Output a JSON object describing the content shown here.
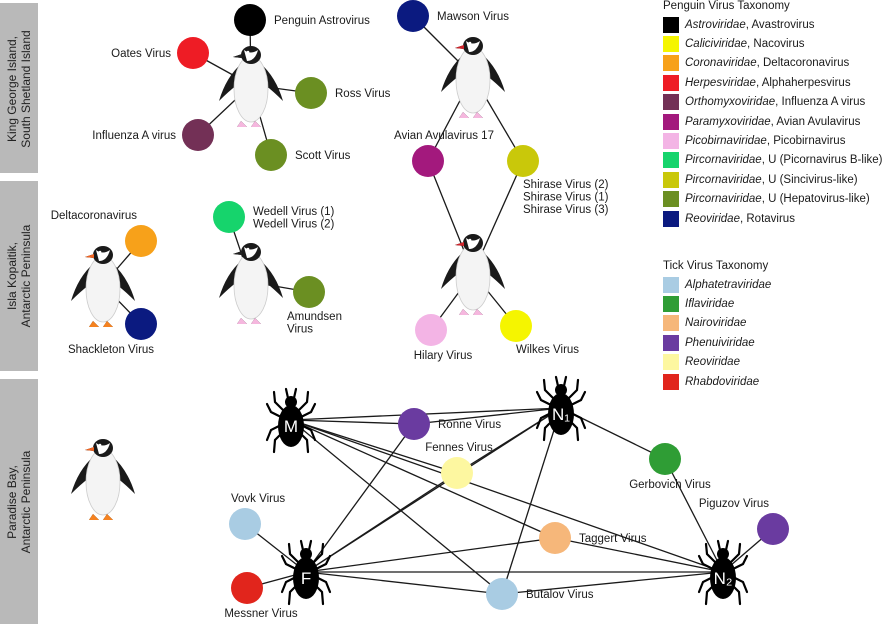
{
  "regions": [
    {
      "label": "King George Island,\nSouth Shetland Island"
    },
    {
      "label": "Isla Kopaitik,\nAntarctic Peninsula"
    },
    {
      "label": "Paradise Bay,\nAntarctic Peninsula"
    }
  ],
  "penguin_legend": {
    "title": "Penguin Virus Taxonomy",
    "items": [
      {
        "family": "Astroviridae",
        "rest": ", Avastrovirus",
        "color": "#000000"
      },
      {
        "family": "Caliciviridae",
        "rest": ", Nacovirus",
        "color": "#f5f500"
      },
      {
        "family": "Coronaviridae",
        "rest": ", Deltacoronavirus",
        "color": "#f7a11a"
      },
      {
        "family": "Herpesviridae",
        "rest": ", Alphaherpesvirus",
        "color": "#ee1c25"
      },
      {
        "family": "Orthomyxoviridae",
        "rest": ", Influenza A virus",
        "color": "#733056"
      },
      {
        "family": "Paramyxoviridae",
        "rest": ", Avian Avulavirus",
        "color": "#a3197d"
      },
      {
        "family": "Picobirnaviridae",
        "rest": ", Picobirnavirus",
        "color": "#f3b4e5"
      },
      {
        "family": "Pircornaviridae",
        "rest": ", U (Picornavirus B-like)",
        "color": "#16d46c"
      },
      {
        "family": "Pircornaviridae",
        "rest": ", U (Sincivirus-like)",
        "color": "#c9c80a"
      },
      {
        "family": "Pircornaviridae",
        "rest": ", U (Hepatovirus-like)",
        "color": "#6b8f22"
      },
      {
        "family": "Reoviridae",
        "rest": ", Rotavirus",
        "color": "#0b1a80"
      }
    ]
  },
  "tick_legend": {
    "title": "Tick Virus Taxonomy",
    "items": [
      {
        "family": "Alphatetraviridae",
        "color": "#a9cce3"
      },
      {
        "family": "Iflaviridae",
        "color": "#2f9d35"
      },
      {
        "family": "Nairoviridae",
        "color": "#f6b77a"
      },
      {
        "family": "Phenuiviridae",
        "color": "#6a3ba0"
      },
      {
        "family": "Reoviridae",
        "color": "#fdf7a0"
      },
      {
        "family": "Rhabdoviridae",
        "color": "#e1251c"
      }
    ]
  },
  "virus_nodes": [
    {
      "id": "penguin-astrovirus",
      "label": "Penguin Astrovirus",
      "color": "#000000"
    },
    {
      "id": "oates-virus",
      "label": "Oates Virus",
      "color": "#ee1c25"
    },
    {
      "id": "ross-virus",
      "label": "Ross Virus",
      "color": "#6b8f22"
    },
    {
      "id": "influenza-a-virus",
      "label": "Influenza A virus",
      "color": "#733056"
    },
    {
      "id": "scott-virus",
      "label": "Scott Virus",
      "color": "#6b8f22"
    },
    {
      "id": "mawson-virus",
      "label": "Mawson Virus",
      "color": "#0b1a80"
    },
    {
      "id": "avian-avulavirus-17",
      "label": "Avian Avulavirus 17",
      "color": "#a3197d"
    },
    {
      "id": "shirase-virus",
      "label": "Shirase Virus (2)\nShirase Virus (1)\nShirase Virus (3)",
      "color": "#c9c80a"
    },
    {
      "id": "hilary-virus",
      "label": "Hilary Virus",
      "color": "#f3b4e5"
    },
    {
      "id": "wilkes-virus",
      "label": "Wilkes Virus",
      "color": "#f5f500"
    },
    {
      "id": "deltacoronavirus",
      "label": "Deltacoronavirus",
      "color": "#f7a11a"
    },
    {
      "id": "shackleton-virus",
      "label": "Shackleton Virus",
      "color": "#0b1a80"
    },
    {
      "id": "wedell-virus",
      "label": "Wedell Virus (1)\nWedell Virus (2)",
      "color": "#16d46c"
    },
    {
      "id": "amundsen-virus",
      "label": "Amundsen\nVirus",
      "color": "#6b8f22"
    },
    {
      "id": "ronne-virus",
      "label": "Ronne Virus",
      "color": "#6a3ba0"
    },
    {
      "id": "fennes-virus",
      "label": "Fennes Virus",
      "color": "#fdf7a0"
    },
    {
      "id": "gerbovich-virus",
      "label": "Gerbovich Virus",
      "color": "#2f9d35"
    },
    {
      "id": "piguzov-virus",
      "label": "Piguzov Virus",
      "color": "#6a3ba0"
    },
    {
      "id": "taggert-virus",
      "label": "Taggert Virus",
      "color": "#f6b77a"
    },
    {
      "id": "vovk-virus",
      "label": "Vovk Virus",
      "color": "#a9cce3"
    },
    {
      "id": "messner-virus",
      "label": "Messner Virus",
      "color": "#e1251c"
    },
    {
      "id": "butalov-virus",
      "label": "Butalov Virus",
      "color": "#a9cce3"
    }
  ],
  "ticks": [
    {
      "id": "tick-m",
      "letter": "M"
    },
    {
      "id": "tick-n1",
      "letter": "N₁"
    },
    {
      "id": "tick-f",
      "letter": "F"
    },
    {
      "id": "tick-n2",
      "letter": "N₂"
    }
  ],
  "penguins": [
    {
      "id": "penguin-kg-1",
      "species": "adelie"
    },
    {
      "id": "penguin-kg-2",
      "species": "chinstrap"
    },
    {
      "id": "penguin-kg-3",
      "species": "chinstrap"
    },
    {
      "id": "penguin-ik-1",
      "species": "gentoo"
    },
    {
      "id": "penguin-ik-2",
      "species": "adelie"
    },
    {
      "id": "penguin-pb-1",
      "species": "gentoo"
    }
  ],
  "edges": [
    [
      "penguin-kg-1",
      "penguin-astrovirus"
    ],
    [
      "penguin-kg-1",
      "oates-virus"
    ],
    [
      "penguin-kg-1",
      "ross-virus"
    ],
    [
      "penguin-kg-1",
      "influenza-a-virus"
    ],
    [
      "penguin-kg-1",
      "scott-virus"
    ],
    [
      "penguin-kg-2",
      "mawson-virus"
    ],
    [
      "penguin-kg-2",
      "avian-avulavirus-17"
    ],
    [
      "penguin-kg-2",
      "shirase-virus"
    ],
    [
      "penguin-kg-3",
      "avian-avulavirus-17"
    ],
    [
      "penguin-kg-3",
      "shirase-virus"
    ],
    [
      "penguin-kg-3",
      "hilary-virus"
    ],
    [
      "penguin-kg-3",
      "wilkes-virus"
    ],
    [
      "penguin-ik-1",
      "deltacoronavirus"
    ],
    [
      "penguin-ik-1",
      "shackleton-virus"
    ],
    [
      "penguin-ik-2",
      "wedell-virus"
    ],
    [
      "penguin-ik-2",
      "amundsen-virus"
    ],
    [
      "tick-m",
      "ronne-virus"
    ],
    [
      "tick-m",
      "fennes-virus"
    ],
    [
      "tick-m",
      "taggert-virus"
    ],
    [
      "tick-m",
      "butalov-virus"
    ],
    [
      "tick-m",
      "tick-n1"
    ],
    [
      "tick-n1",
      "ronne-virus"
    ],
    [
      "tick-n1",
      "fennes-virus"
    ],
    [
      "tick-n1",
      "gerbovich-virus"
    ],
    [
      "tick-n1",
      "butalov-virus"
    ],
    [
      "tick-n1",
      "tick-f"
    ],
    [
      "tick-f",
      "vovk-virus"
    ],
    [
      "tick-f",
      "messner-virus"
    ],
    [
      "tick-f",
      "fennes-virus"
    ],
    [
      "tick-f",
      "ronne-virus"
    ],
    [
      "tick-f",
      "taggert-virus"
    ],
    [
      "tick-f",
      "butalov-virus"
    ],
    [
      "tick-f",
      "tick-n2"
    ],
    [
      "tick-n2",
      "gerbovich-virus"
    ],
    [
      "tick-n2",
      "piguzov-virus"
    ],
    [
      "tick-n2",
      "taggert-virus"
    ],
    [
      "tick-n2",
      "butalov-virus"
    ],
    [
      "tick-n2",
      "tick-m"
    ]
  ]
}
